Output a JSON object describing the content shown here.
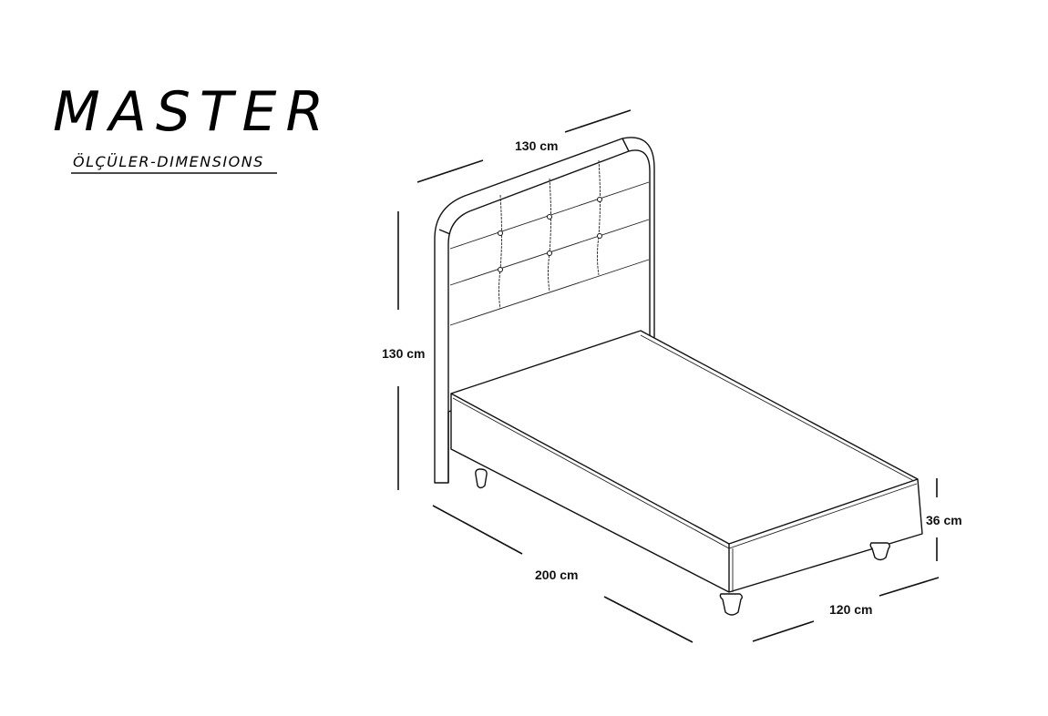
{
  "title": "MASTER",
  "subtitle": "ÖLÇÜLER-DIMENSIONS",
  "dimensions": {
    "headboard_width": "130 cm",
    "headboard_height": "130 cm",
    "length": "200 cm",
    "width": "120 cm",
    "base_height": "36 cm"
  }
}
